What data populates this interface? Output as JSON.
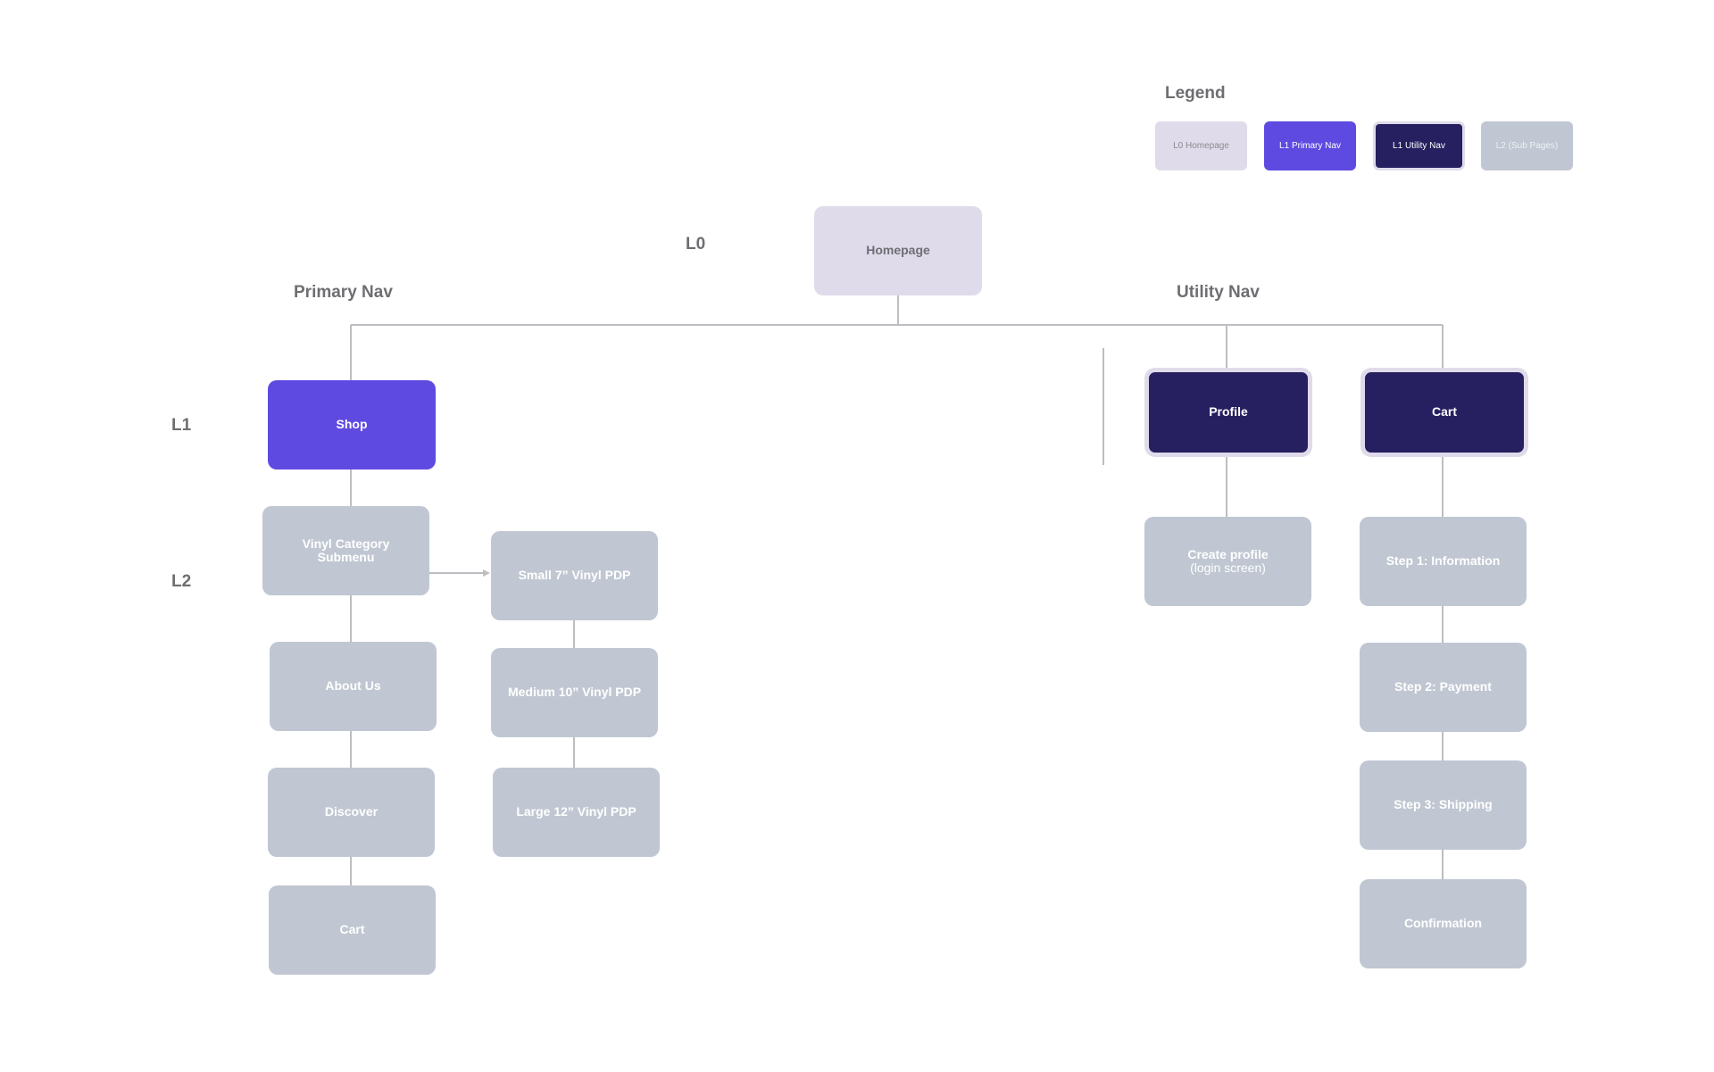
{
  "legend": {
    "title": "Legend",
    "items": [
      {
        "label": "L0 Homepage",
        "level": "L0"
      },
      {
        "label": "L1 Primary Nav",
        "level": "L1 Primary"
      },
      {
        "label": "L1 Utility Nav",
        "level": "L1 Utility"
      },
      {
        "label": "L2 (Sub Pages)",
        "level": "L2"
      }
    ]
  },
  "levels": {
    "l0": "L0",
    "l1": "L1",
    "l2": "L2"
  },
  "sections": {
    "primary": "Primary Nav",
    "utility": "Utility Nav"
  },
  "colors": {
    "l0": "#e0dbea",
    "l1_primary": "#5f4ae1",
    "l1_utility": "#262060",
    "l2": "#c0c7d2",
    "connector": "#bdbdc3"
  },
  "nodes": {
    "homepage": "Homepage",
    "shop": "Shop",
    "profile": "Profile",
    "cart_utility": "Cart",
    "vinyl_category": "Vinyl Category Submenu",
    "small_vinyl": "Small 7” Vinyl PDP",
    "medium_vinyl": "Medium 10” Vinyl PDP",
    "large_vinyl": "Large 12” Vinyl PDP",
    "about_us": "About Us",
    "discover": "Discover",
    "cart_primary": "Cart",
    "create_profile": "Create profile",
    "create_profile_sub": "(login screen)",
    "step1": "Step 1: Information",
    "step2": "Step 2: Payment",
    "step3": "Step 3: Shipping",
    "confirmation": "Confirmation"
  }
}
